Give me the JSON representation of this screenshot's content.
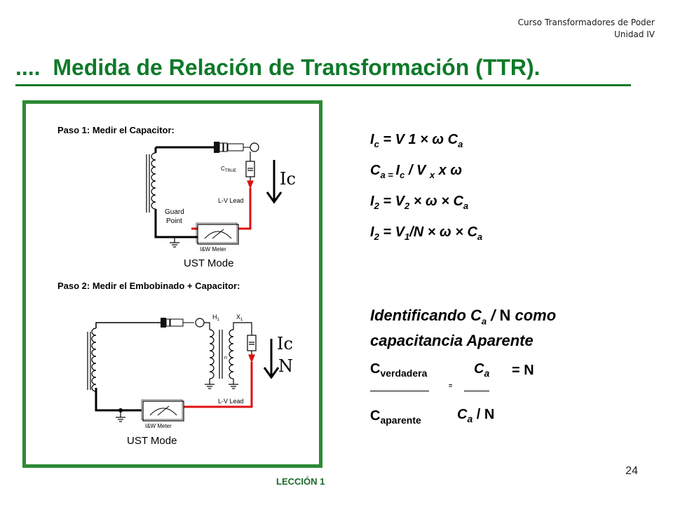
{
  "header": {
    "course": "Curso Transformadores de Poder",
    "unit": "Unidad IV"
  },
  "title": {
    "dots": "....",
    "text": "Medida de Relación de Transformación (TTR)."
  },
  "diagram": {
    "step1": "Paso 1: Medir el Capacitor:",
    "step2": "Paso 2: Medir el Embobinado + Capacitor:",
    "c_true": "C",
    "c_true_sub": "TRUE",
    "lv_lead": "L-V Lead",
    "guard": "Guard",
    "point": "Point",
    "meter": "I&W Meter",
    "mode": "UST Mode",
    "h1": "H",
    "h1_sub": "1",
    "x1": "X",
    "x1_sub": "1",
    "n": "n",
    "ic": "Ic",
    "n_big": "N"
  },
  "equations": {
    "eq1": {
      "a": "I",
      "a_sub": "c",
      "b": " = V 1 × ω C",
      "b_sub": "a"
    },
    "eq2": {
      "a": "C",
      "a_sub": "a = ",
      "b": " I",
      "b_sub": "c",
      "c": "  / V ",
      "c_sub": "x",
      "d": "  x ω"
    },
    "eq3": {
      "a": "I",
      "a_sub": "2",
      "b": " = V",
      "b_sub": "2",
      "c": " × ω × C",
      "c_sub": "a"
    },
    "eq4": {
      "a": "I",
      "a_sub": "2",
      "b": " = V",
      "b_sub": "1",
      "c": "/N × ω × C",
      "c_sub": "a"
    }
  },
  "identify": {
    "a": "Identificando C",
    "a_sub": "a",
    "b": " / ",
    "c": "N",
    "d": " como capacitancia Aparente"
  },
  "fraction": {
    "num_left": "C",
    "num_left_sub": "verdadera",
    "den_left": "C",
    "den_left_sub": "aparente",
    "equals": "=",
    "num_right": "C",
    "num_right_sub": "a",
    "den_right": "C",
    "den_right_sub": "a",
    "den_right_tail": " / N",
    "result": "= N"
  },
  "footer": {
    "lesson": "LECCIÓN 1",
    "page": "24"
  }
}
